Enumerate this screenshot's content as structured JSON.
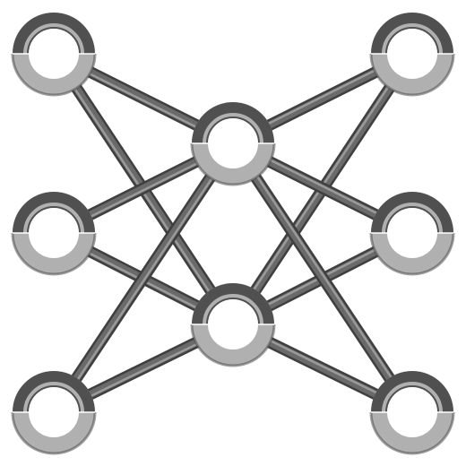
{
  "colors": {
    "background": "#ffffff",
    "edge_dark": "#3f3f3f",
    "edge_mid": "#6a6a6a",
    "edge_light": "#9a9a9a",
    "ring_dark": "#505050",
    "ring_light": "#b0b0b0",
    "ring_hole": "#ffffff"
  },
  "nodes": [
    {
      "id": "left-top",
      "group": "left"
    },
    {
      "id": "left-middle",
      "group": "left"
    },
    {
      "id": "left-bottom",
      "group": "left"
    },
    {
      "id": "center-top",
      "group": "center"
    },
    {
      "id": "center-bottom",
      "group": "center"
    },
    {
      "id": "right-top",
      "group": "right"
    },
    {
      "id": "right-middle",
      "group": "right"
    },
    {
      "id": "right-bottom",
      "group": "right"
    }
  ],
  "edges": [
    [
      "left-top",
      "center-top"
    ],
    [
      "left-top",
      "center-bottom"
    ],
    [
      "left-middle",
      "center-top"
    ],
    [
      "left-middle",
      "center-bottom"
    ],
    [
      "left-bottom",
      "center-top"
    ],
    [
      "left-bottom",
      "center-bottom"
    ],
    [
      "right-top",
      "center-top"
    ],
    [
      "right-top",
      "center-bottom"
    ],
    [
      "right-middle",
      "center-top"
    ],
    [
      "right-middle",
      "center-bottom"
    ],
    [
      "right-bottom",
      "center-top"
    ],
    [
      "right-bottom",
      "center-bottom"
    ]
  ]
}
